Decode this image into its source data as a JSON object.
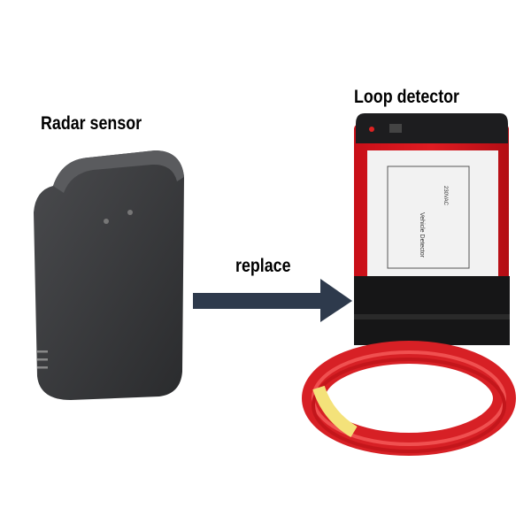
{
  "labels": {
    "radar": "Radar sensor",
    "loop": "Loop detector",
    "replace": "replace"
  },
  "device_label": {
    "title": "Vehicle Detector",
    "voltage": "230VAC"
  },
  "colors": {
    "arrow": "#2e3a4c",
    "detector_red": "#d8141c",
    "radar_body": "#3a3b3d",
    "wire": "#e0282a"
  }
}
